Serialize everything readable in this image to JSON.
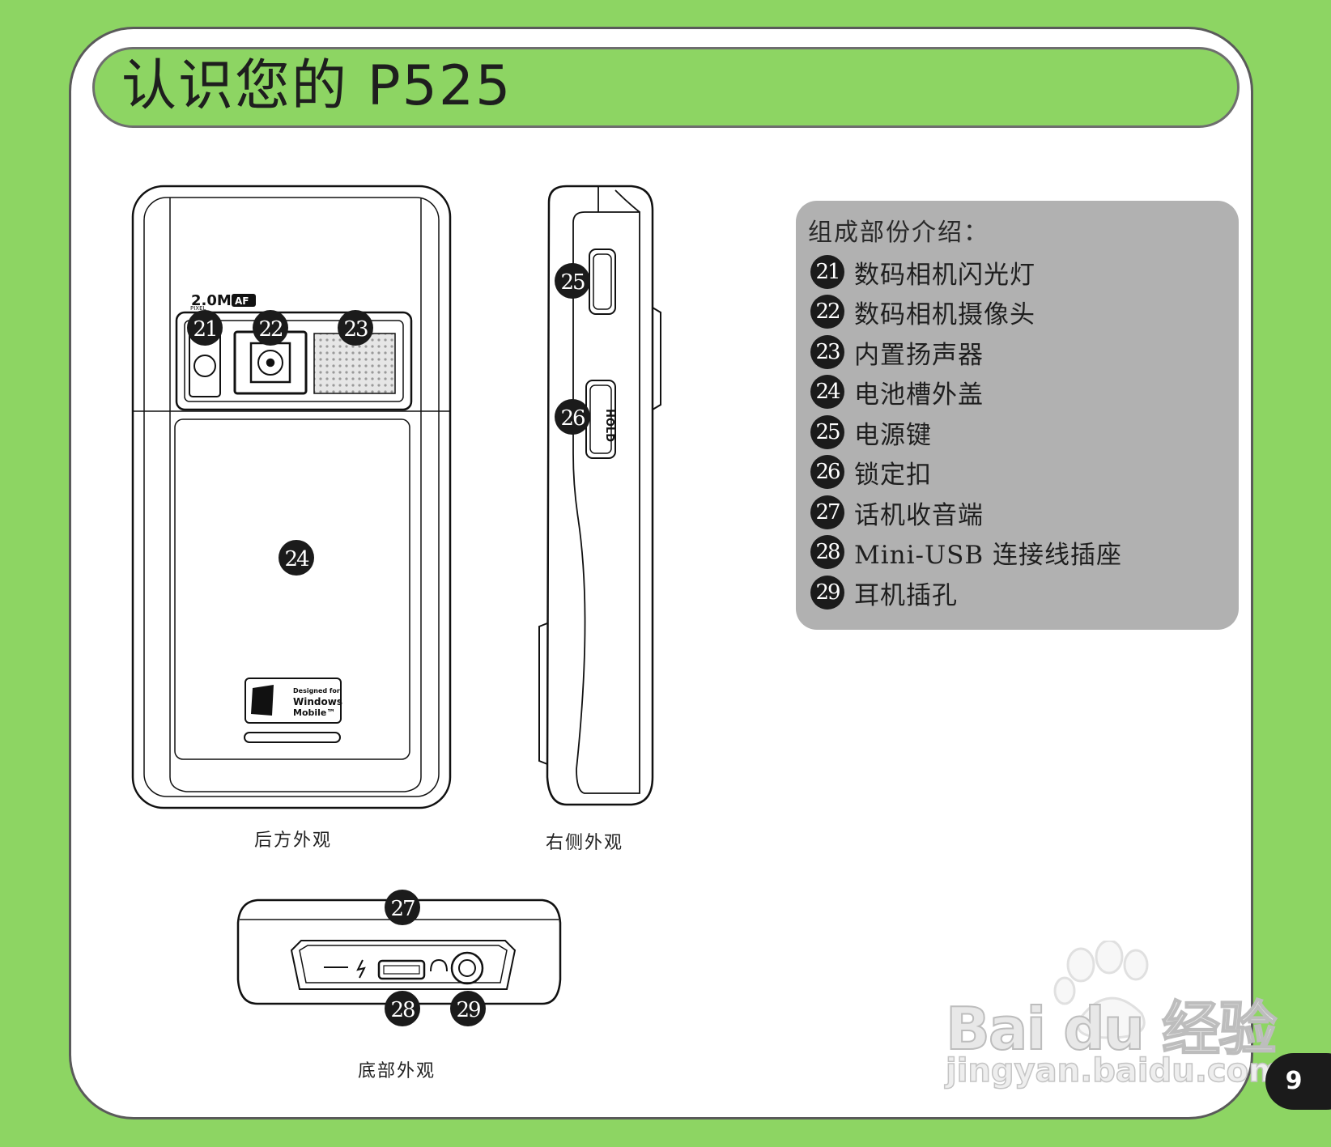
{
  "title": "认识您的 P525",
  "figures": {
    "back_caption": "后方外观",
    "side_caption": "右侧外观",
    "bottom_caption": "底部外观",
    "camera_badge": "2.0M",
    "camera_badge_sub": "PIXEL",
    "af_badge": "AF",
    "hold_label": "HOLD",
    "wm_logo_line1": "Designed for",
    "wm_logo_line2": "Windows",
    "wm_logo_line3": "Mobile™",
    "callouts": {
      "c21": "21",
      "c22": "22",
      "c23": "23",
      "c24": "24",
      "c25": "25",
      "c26": "26",
      "c27": "27",
      "c28": "28",
      "c29": "29"
    }
  },
  "legend": {
    "title": "组成部份介绍：",
    "items": [
      {
        "num": "21",
        "text": "数码相机闪光灯"
      },
      {
        "num": "22",
        "text": "数码相机摄像头"
      },
      {
        "num": "23",
        "text": "内置扬声器"
      },
      {
        "num": "24",
        "text": "电池槽外盖"
      },
      {
        "num": "25",
        "text": "电源键"
      },
      {
        "num": "26",
        "text": "锁定扣"
      },
      {
        "num": "27",
        "text": "话机收音端"
      },
      {
        "num": "28",
        "text": "Mini-USB 连接线插座"
      },
      {
        "num": "29",
        "text": "耳机插孔"
      }
    ]
  },
  "page_number": "9",
  "watermark": {
    "brand": "Bai du 经验",
    "url": "jingyan.baidu.com"
  }
}
